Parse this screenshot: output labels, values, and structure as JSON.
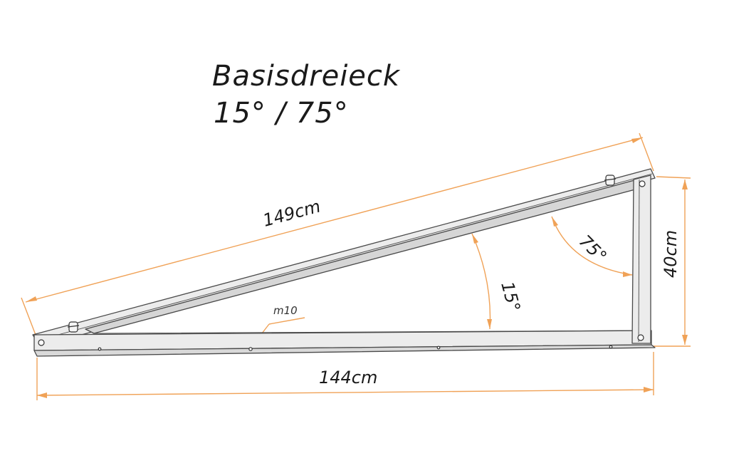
{
  "title": {
    "line1": "Basisdreieck",
    "line2": "15° / 75°"
  },
  "dimensions": {
    "hypotenuse": "149cm",
    "base": "144cm",
    "height": "40cm",
    "angle_small": "15°",
    "angle_large": "75°",
    "bolt": "m10"
  },
  "colors": {
    "dimension_line": "#f0a257",
    "profile_fill": "#ececec",
    "profile_edge": "#4a4a4a",
    "text": "#1a1a1a"
  }
}
